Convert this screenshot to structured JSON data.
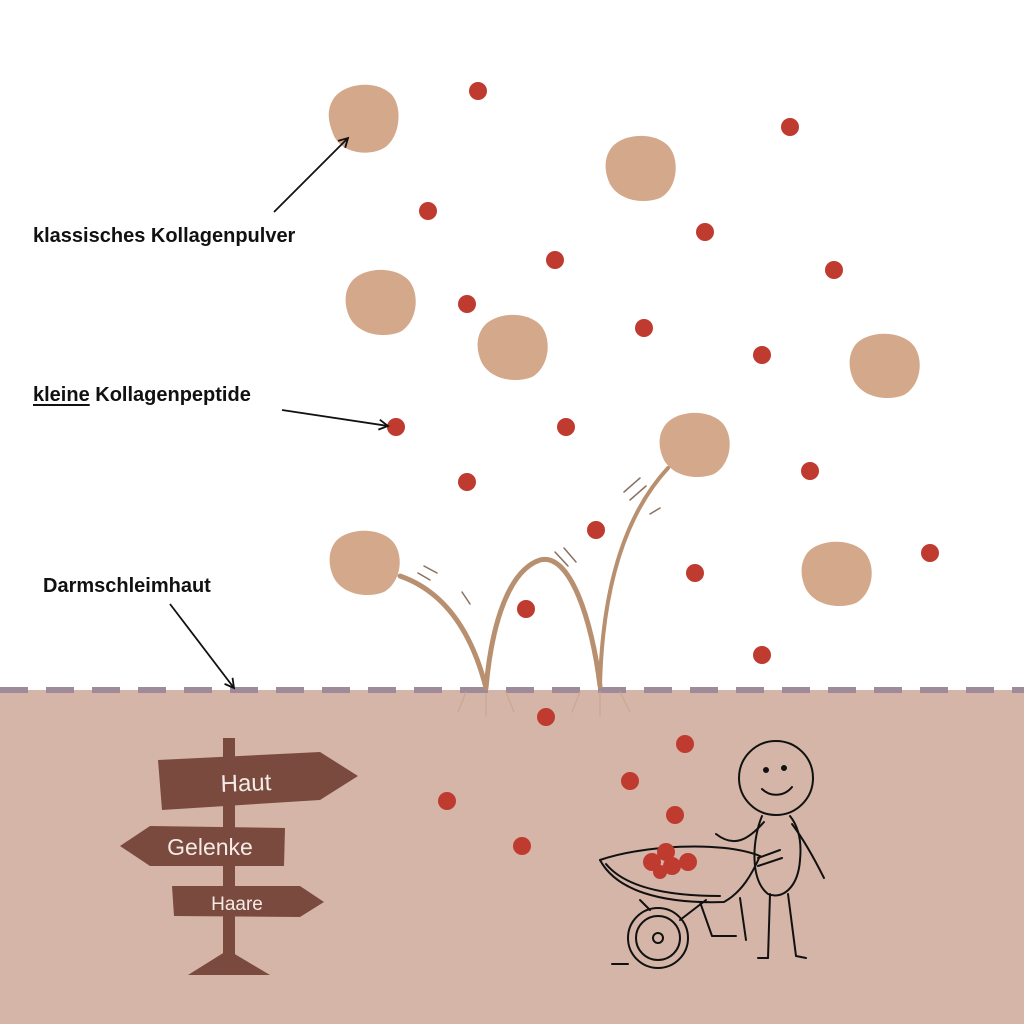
{
  "labels": {
    "powder": "klassisches Kollagenpulver",
    "peptides_emph": "kleine",
    "peptides_rest": "Kollagenpeptide",
    "membrane": "Darmschleimhaut"
  },
  "signpost": {
    "top": "Haut",
    "middle": "Gelenke",
    "bottom": "Haare"
  },
  "colors": {
    "background": "#ffffff",
    "below_membrane": "#d4b5a8",
    "membrane_dash": "#9e8a98",
    "powder": "#d4a88a",
    "peptide": "#bf3a2f",
    "sign": "#7b4a3f",
    "sign_text": "#f4ebe6",
    "bounce": "#b89070",
    "ink": "#111111"
  },
  "icons": [
    "arrow-icon",
    "signpost-icon",
    "stick-figure-icon",
    "wheelbarrow-icon"
  ]
}
